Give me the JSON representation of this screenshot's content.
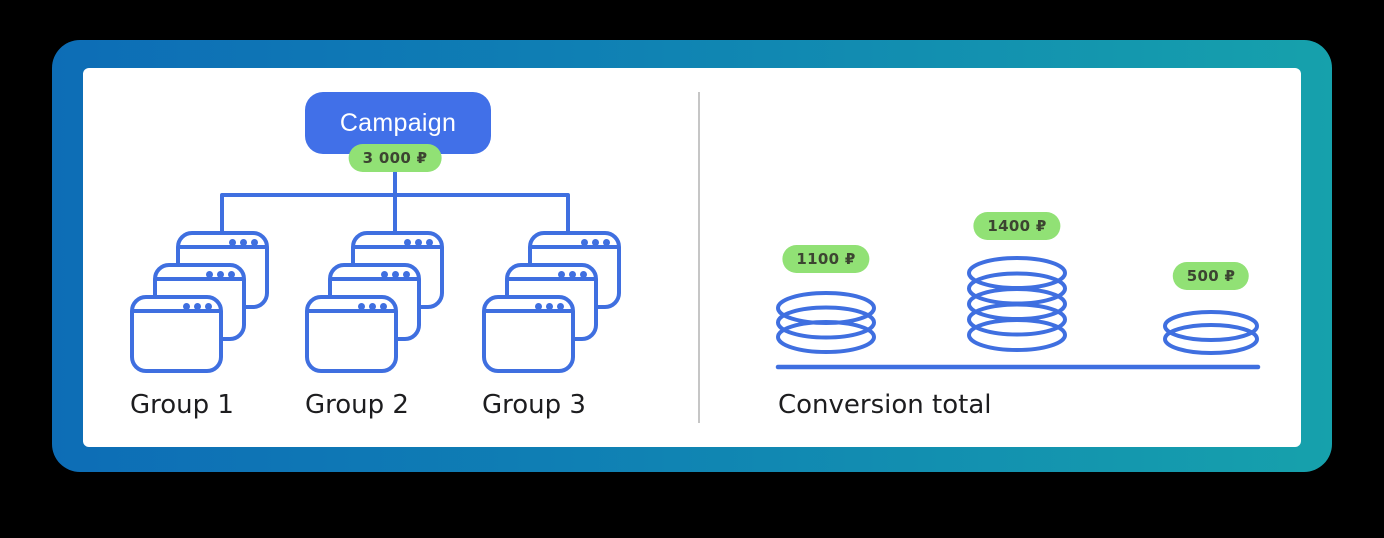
{
  "background": {
    "outer": "#000000",
    "frame_gradient": [
      "#0d6db6",
      "#16a1ac"
    ],
    "canvas": "#ffffff"
  },
  "colors": {
    "accent_blue": "#4170e8",
    "diagram_blue": "#3f6fe0",
    "badge_green": "#91e175",
    "badge_text": "#3c4431",
    "label_text": "#1d1d1f",
    "divider": "#c6c6c6"
  },
  "left_panel": {
    "campaign_box": {
      "label": "Campaign",
      "budget_badge": "3 000 ₽"
    },
    "groups": [
      {
        "label": "Group 1",
        "icon": "browser-windows-stack-icon",
        "windows": 3
      },
      {
        "label": "Group 2",
        "icon": "browser-windows-stack-icon",
        "windows": 3
      },
      {
        "label": "Group 3",
        "icon": "browser-windows-stack-icon",
        "windows": 3
      }
    ]
  },
  "right_panel": {
    "caption": "Conversion total",
    "stacks": [
      {
        "amount": "1100 ₽",
        "coins": 3,
        "icon": "coin-stack-icon"
      },
      {
        "amount": "1400 ₽",
        "coins": 5,
        "icon": "coin-stack-icon"
      },
      {
        "amount": "500 ₽",
        "coins": 2,
        "icon": "coin-stack-icon"
      }
    ]
  }
}
